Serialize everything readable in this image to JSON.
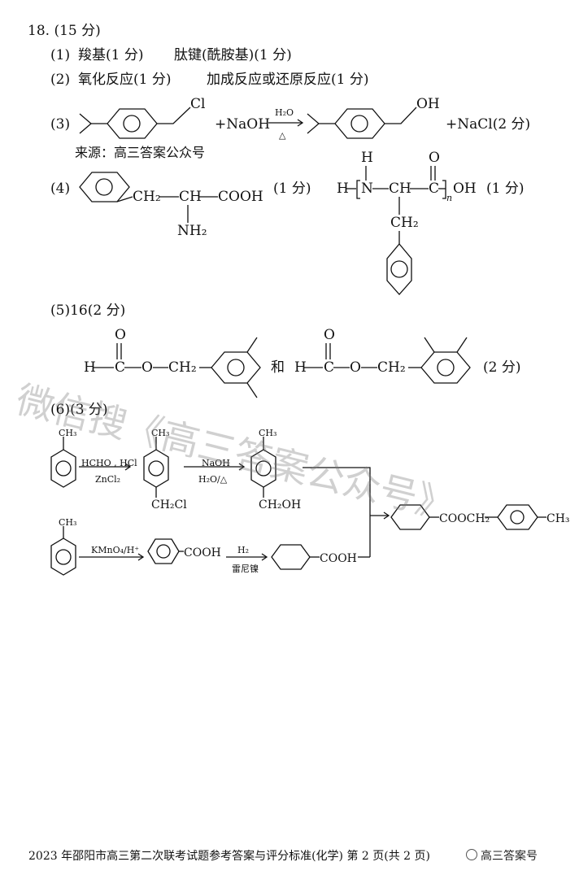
{
  "q18": {
    "title": "18. (15 分)"
  },
  "p1": {
    "label": "(1)",
    "a": "羧基(1 分)",
    "b": "肽键(酰胺基)(1 分)"
  },
  "p2": {
    "label": "(2)",
    "a": "氧化反应(1 分)",
    "b": "加成反应或还原反应(1 分)"
  },
  "p3": {
    "label": "(3)",
    "cl": "Cl",
    "plus_naoh": "+NaOH",
    "h2o": "H₂O",
    "delta": "△",
    "oh": "OH",
    "product": "+NaCl(2 分)"
  },
  "source_note": "来源：高三答案公众号",
  "p4": {
    "label": "(4)",
    "ch2": "CH₂",
    "ch": "CH",
    "cooh": "COOH",
    "nh2": "NH₂",
    "score1": "(1 分)",
    "h_left": "H",
    "h_top": "H",
    "n": "N",
    "o": "O",
    "c": "C",
    "sub_n": "n",
    "oh": "OH",
    "score2": "(1 分)"
  },
  "p5": {
    "label": "(5)16(2 分)",
    "o": "O",
    "h": "H",
    "c": "C",
    "ox": "O",
    "ch2": "CH₂",
    "and": "和",
    "score": "(2 分)"
  },
  "p6": {
    "label": "(6)(3 分)",
    "ch3": "CH₃",
    "r1_top": "HCHO , HCl",
    "r1_bot": "ZnCl₂",
    "ch2cl": "CH₂Cl",
    "r2_top": "NaOH",
    "r2_bot": "H₂O/△",
    "ch2oh": "CH₂OH",
    "r3_top": "KMnO₄/H⁺",
    "cooh": "COOH",
    "r4_top": "H₂",
    "r4_bot": "雷尼镍",
    "ester": "COOCH₂"
  },
  "watermark": "微信搜《高三答案公众号》",
  "footer": "2023 年邵阳市高三第二次联考试题参考答案与评分标准(化学)    第 2 页(共 2 页)",
  "badge": "高三答案号"
}
